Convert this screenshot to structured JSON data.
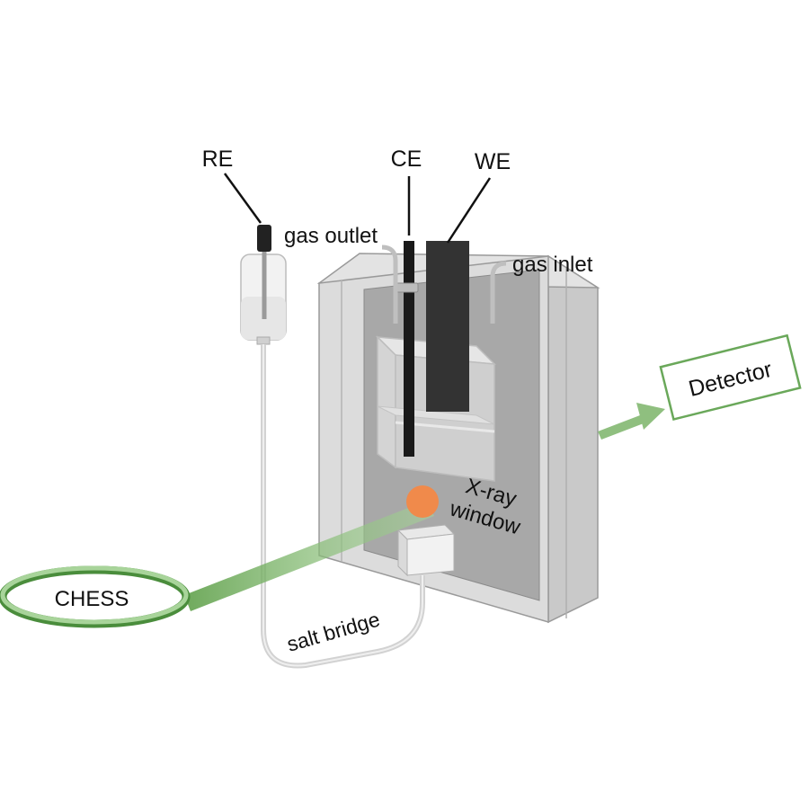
{
  "labels": {
    "re": "RE",
    "ce": "CE",
    "we": "WE",
    "gas_outlet": "gas outlet",
    "gas_inlet": "gas inlet",
    "detector": "Detector",
    "xray_window_line1": "X-ray",
    "xray_window_line2": "window",
    "chess": "CHESS",
    "salt_bridge": "salt bridge"
  },
  "colors": {
    "beam_green": "#8fbf7f",
    "ring_green": "#5fa04a",
    "detector_border": "#6aa85a",
    "xray_spot": "#f08a4b",
    "cell_outer": "#d9d9d9",
    "cell_inner": "#a9a9a9",
    "electrode_ce": "#1a1a1a",
    "electrode_we": "#3a3a3a"
  }
}
